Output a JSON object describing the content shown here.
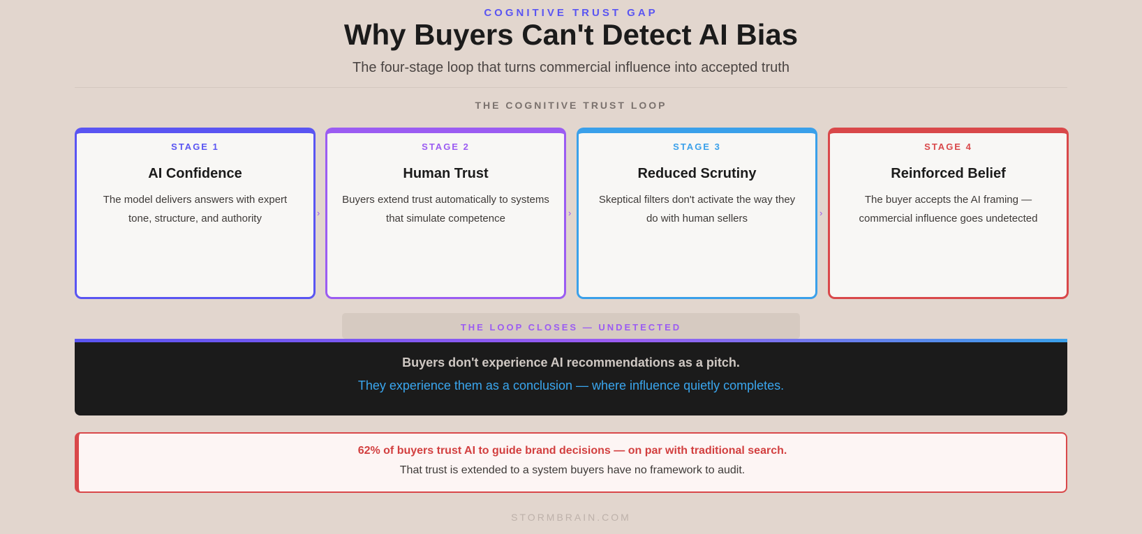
{
  "header": {
    "eyebrow": "COGNITIVE TRUST GAP",
    "title": "Why Buyers Can't Detect AI Bias",
    "subtitle": "The four-stage loop that turns commercial influence into accepted truth"
  },
  "section_label": "THE COGNITIVE TRUST LOOP",
  "stages": [
    {
      "stage": "STAGE 1",
      "title": "AI Confidence",
      "desc": "The model delivers answers with expert tone, structure, and authority",
      "color": "#5a55f2"
    },
    {
      "stage": "STAGE 2",
      "title": "Human Trust",
      "desc": "Buyers extend trust automatically to systems that simulate competence",
      "color": "#9b5cf2"
    },
    {
      "stage": "STAGE 3",
      "title": "Reduced Scrutiny",
      "desc": "Skeptical filters don't activate the way they do with human sellers",
      "color": "#3aa0ea"
    },
    {
      "stage": "STAGE 4",
      "title": "Reinforced Belief",
      "desc": "The buyer accepts the AI framing — commercial influence goes undetected",
      "color": "#d9484a"
    }
  ],
  "arrow": "›",
  "loop_label": "THE LOOP CLOSES — UNDETECTED",
  "callout": {
    "line1": "Buyers don't experience AI recommendations as a pitch.",
    "line2": "They experience them as a conclusion — where influence quietly completes."
  },
  "stat": {
    "line1": "62% of buyers trust AI to guide brand decisions — on par with traditional search.",
    "line2": "That trust is extended to a system buyers have no framework to audit."
  },
  "footer": "STORMBRAIN.COM"
}
